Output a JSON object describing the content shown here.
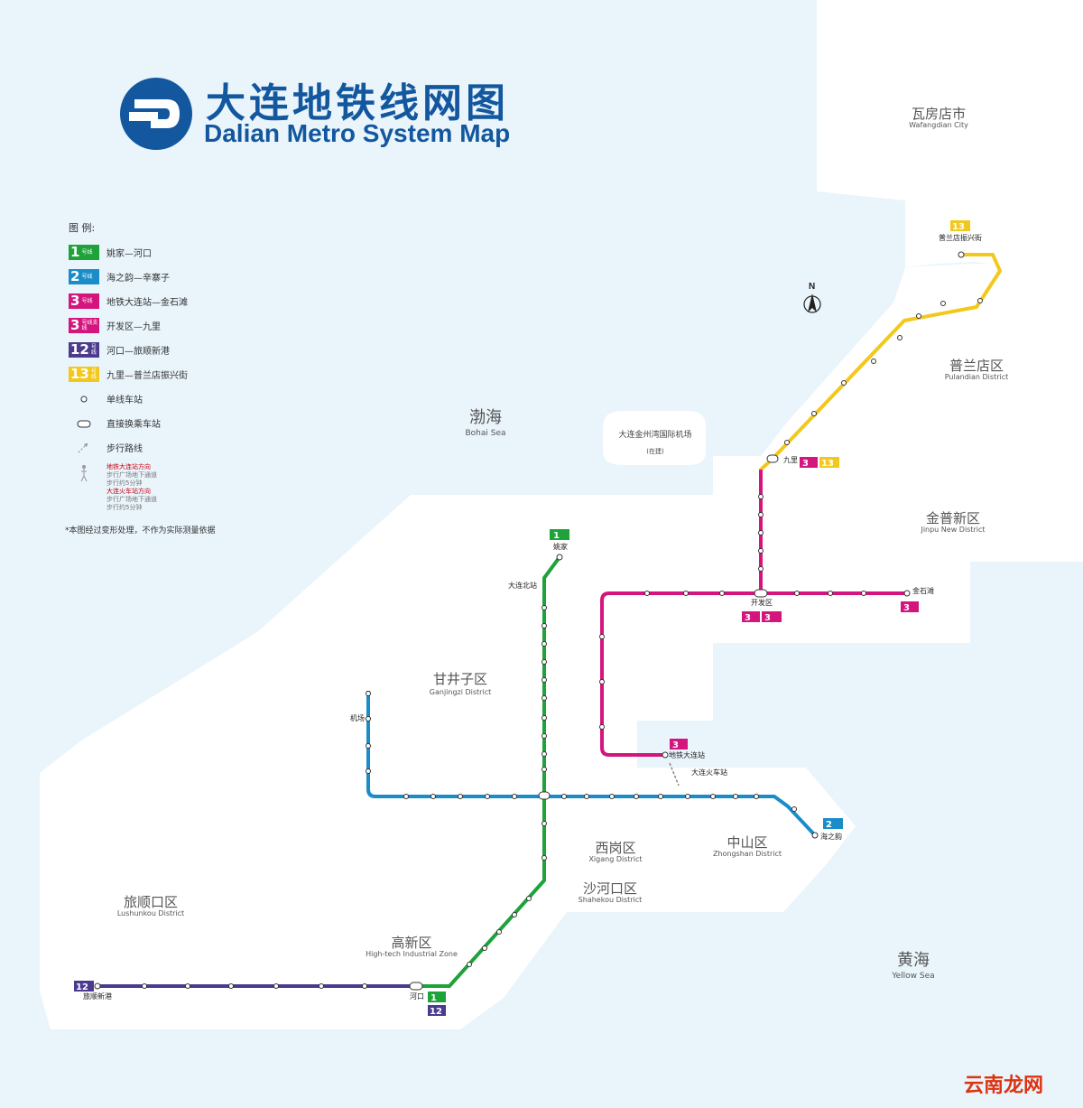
{
  "title": {
    "cn": "大连地铁线网图",
    "en": "Dalian Metro System Map"
  },
  "logo": {
    "name": "dalian-metro-logo",
    "color": "#13579e"
  },
  "colors": {
    "sea": "#e9f4fb",
    "land": "#ffffff",
    "line1": "#1ea23a",
    "line2": "#1a8cc8",
    "line3": "#d5157e",
    "line12": "#4b3a8e",
    "line13": "#f3c81c"
  },
  "legend": {
    "title": "图 例:",
    "items": [
      {
        "badge": "1",
        "sub": "号线",
        "color": "#1ea23a",
        "text": "姚家—河口"
      },
      {
        "badge": "2",
        "sub": "号线",
        "color": "#1a8cc8",
        "text": "海之韵—辛寨子"
      },
      {
        "badge": "3",
        "sub": "号线",
        "color": "#d5157e",
        "text": "地铁大连站—金石滩"
      },
      {
        "badge": "3",
        "sub": "号线支线",
        "color": "#d5157e",
        "text": "开发区—九里"
      },
      {
        "badge": "12",
        "sub": "号线",
        "color": "#4b3a8e",
        "text": "河口—旅顺新港"
      },
      {
        "badge": "13",
        "sub": "号线",
        "color": "#f3c81c",
        "text": "九里—普兰店振兴街"
      }
    ],
    "single_station": "单线车站",
    "interchange_station": "直接换乘车站",
    "walking_route": "步行路线",
    "walk_notes": [
      {
        "text": "地铁大连站方向",
        "type": "red"
      },
      {
        "text": "步行广场地下通道",
        "type": "grey"
      },
      {
        "text": "步行约5分钟",
        "type": "grey"
      },
      {
        "text": "大连火车站方向",
        "type": "red"
      },
      {
        "text": "步行广场地下通道",
        "type": "grey"
      },
      {
        "text": "步行约5分钟",
        "type": "grey"
      }
    ]
  },
  "note": "*本图经过变形处理，不作为实际测量依据",
  "compass": "N",
  "areas": [
    {
      "cn": "瓦房店市",
      "en": "Wafangdian City"
    },
    {
      "cn": "普兰店区",
      "en": "Pulandian District"
    },
    {
      "cn": "金普新区",
      "en": "Jinpu New District"
    },
    {
      "cn": "渤海",
      "en": "Bohai Sea"
    },
    {
      "cn": "甘井子区",
      "en": "Ganjingzi District"
    },
    {
      "cn": "西岗区",
      "en": "Xigang District"
    },
    {
      "cn": "中山区",
      "en": "Zhongshan District"
    },
    {
      "cn": "沙河口区",
      "en": "Shahekou District"
    },
    {
      "cn": "旅顺口区",
      "en": "Lushunkou District"
    },
    {
      "cn": "高新区",
      "en": "High-tech Industrial Zone"
    },
    {
      "cn": "黄海",
      "en": "Yellow Sea"
    }
  ],
  "airport": {
    "cn": "大连金州湾国际机场",
    "sub": "(在建)"
  },
  "stations": {
    "yaojia": "姚家",
    "dalian_north": "大连北站",
    "kaifaqu": "开发区",
    "jinshitan": "金石滩",
    "jiuli": "九里",
    "puland_zhenxingjie": "普兰店振兴街",
    "dalian_railway_station": "大连火车站",
    "ditie_dalian": "地铁大连站",
    "hezhiyun": "海之韵",
    "hekou": "河口",
    "lushun_xingang": "旅顺新港",
    "jichang": "机场"
  },
  "line_labels": {
    "l1": "1",
    "l2": "2",
    "l3": "3",
    "l3b": "3",
    "l12": "12",
    "l13": "13"
  },
  "watermark": "云南龙网"
}
